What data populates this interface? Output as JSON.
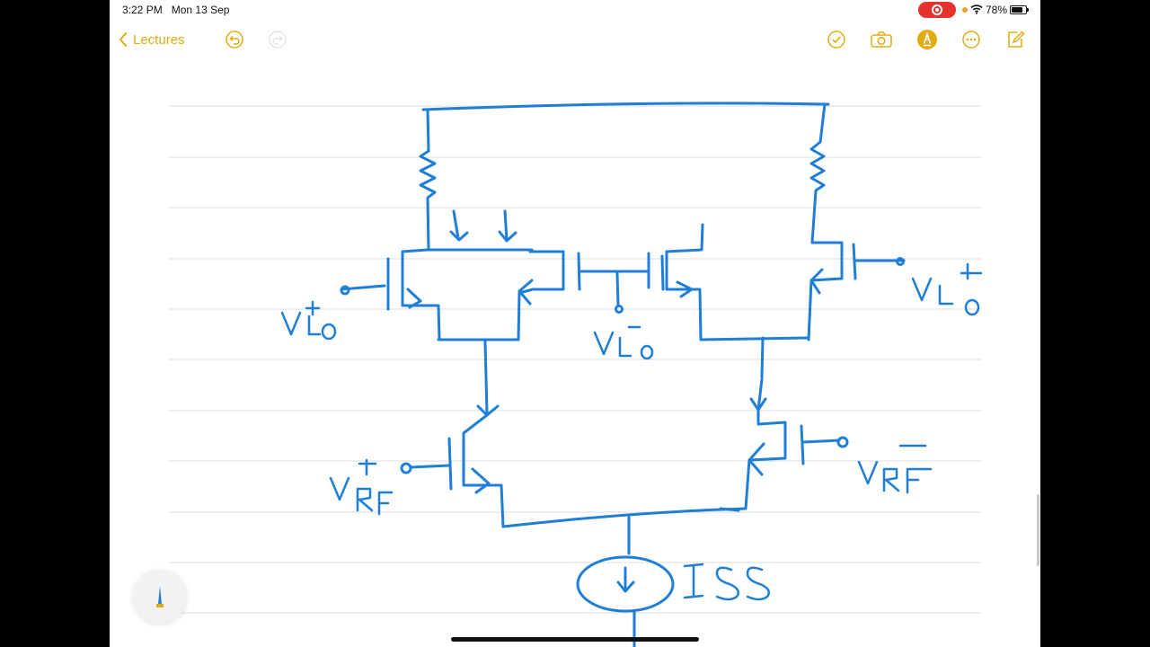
{
  "status_bar": {
    "time": "3:22 PM",
    "date": "Mon 13 Sep",
    "battery": "78%"
  },
  "toolbar": {
    "back_label": "Lectures"
  },
  "colors": {
    "accent": "#e0ac12",
    "ink": "#1f7fd6",
    "rule": "#dcdcdc",
    "record": "#e5322d"
  }
}
